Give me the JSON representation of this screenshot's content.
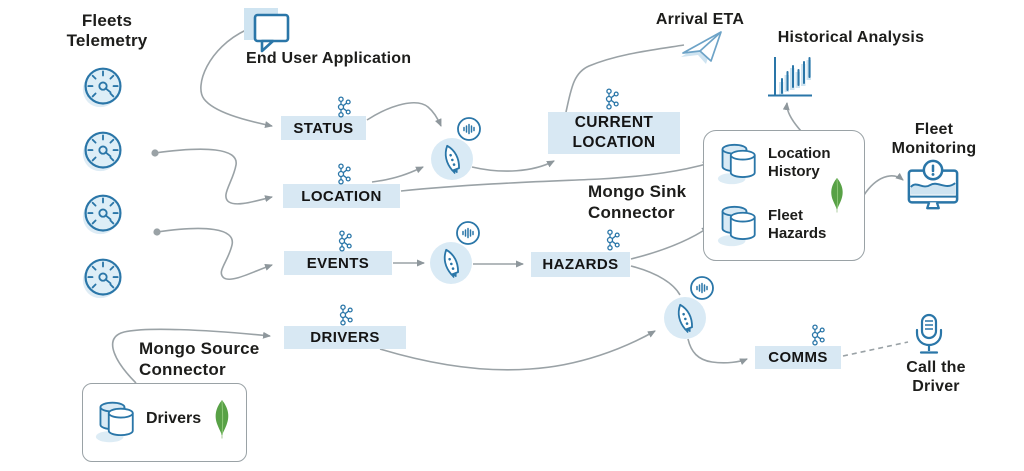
{
  "title": "Fleet telemetry streaming pipeline diagram",
  "colors": {
    "accent_blue": "#2a76a8",
    "topic_fill": "#d8e8f3",
    "icon_circle_fill": "#d9eaf5",
    "leaf_green": "#58a146",
    "connector_gray": "#9aa2a6",
    "text": "#1d1d1b"
  },
  "nodes": {
    "fleets_telemetry": {
      "label": "Fleets Telemetry"
    },
    "end_user_application": {
      "label": "End User Application"
    },
    "arrival_eta": {
      "label": "Arrival ETA"
    },
    "historical_analysis": {
      "label": "Historical Analysis"
    },
    "fleet_monitoring": {
      "label": "Fleet Monitoring"
    },
    "call_the_driver": {
      "label": "Call the Driver"
    },
    "mongo_sink_connector": {
      "label": "Mongo Sink Connector",
      "collections": [
        {
          "label": "Location History"
        },
        {
          "label": "Fleet Hazards"
        }
      ]
    },
    "mongo_source_connector": {
      "label": "Mongo Source Connector",
      "collections": [
        {
          "label": "Drivers"
        }
      ]
    }
  },
  "topics": {
    "status": "STATUS",
    "location": "LOCATION",
    "events": "EVENTS",
    "drivers": "DRIVERS",
    "current_location": "CURRENT LOCATION",
    "hazards": "HAZARDS",
    "comms": "COMMS"
  },
  "icons": [
    "speedometer-gauge-icon",
    "speech-bubble-icon",
    "kafka-topic-icon",
    "ksqldb-rocket-icon",
    "audio-wave-badge-icon",
    "paper-plane-icon",
    "candlestick-chart-icon",
    "database-cylinder-icon",
    "mongodb-leaf-icon",
    "monitor-alert-icon",
    "microphone-icon"
  ]
}
